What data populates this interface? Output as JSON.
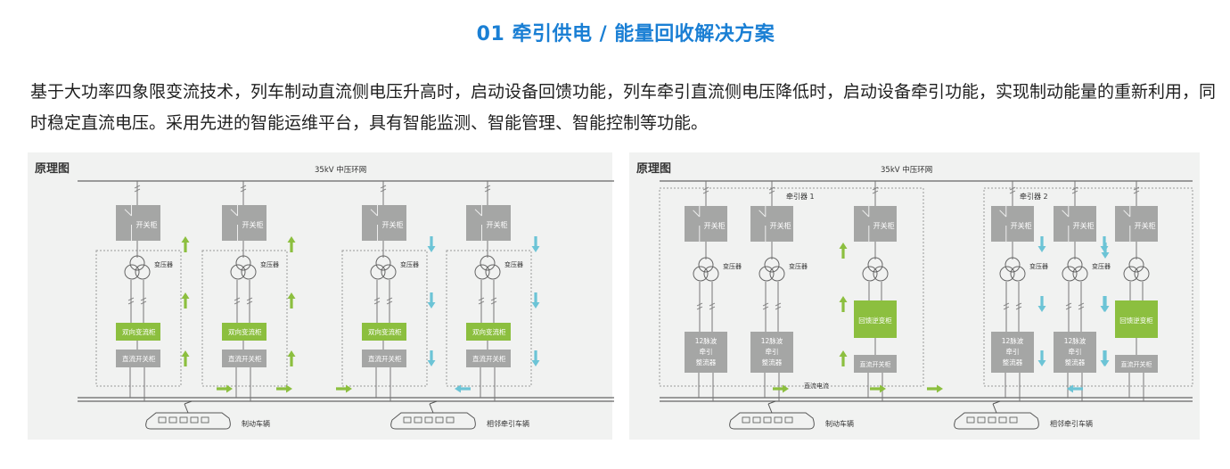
{
  "title": "01 牵引供电 / 能量回收解决方案",
  "description": "基于大功率四象限变流技术，列车制动直流侧电压升高时，启动设备回馈功能，列车牵引直流侧电压降低时，启动设备牵引功能，实现制动能量的重新利用，同时稳定直流电压。采用先进的智能运维平台，具有智能监测、智能管理、智能控制等功能。",
  "colors": {
    "title": "#1a7fd4",
    "green": "#8cbf3f",
    "cyan": "#6cc4d6",
    "gray_box": "#a5a6a5",
    "panel_bg": "#f1f2f1"
  },
  "left_diagram": {
    "heading": "原理图",
    "grid_label": "35kV 中压环网",
    "switchgear": "开关柜",
    "transformer": "变压器",
    "converter": "双向变流柜",
    "dc_switch": "直流开关柜",
    "braking_train": "制动车辆",
    "adjacent_train": "相邻牵引车辆"
  },
  "right_diagram": {
    "heading": "原理图",
    "grid_label": "35kV 中压环网",
    "substation_1": "牵引器 1",
    "substation_2": "牵引器 2",
    "switchgear": "开关柜",
    "transformer": "变压器",
    "rectifier": "12脉波\n牵引\n整流器",
    "inverter": "回馈逆变柜",
    "dc_switch": "直流开关柜",
    "dc_current": "直流电流",
    "braking_train": "制动车辆",
    "adjacent_train": "相邻牵引车辆"
  }
}
